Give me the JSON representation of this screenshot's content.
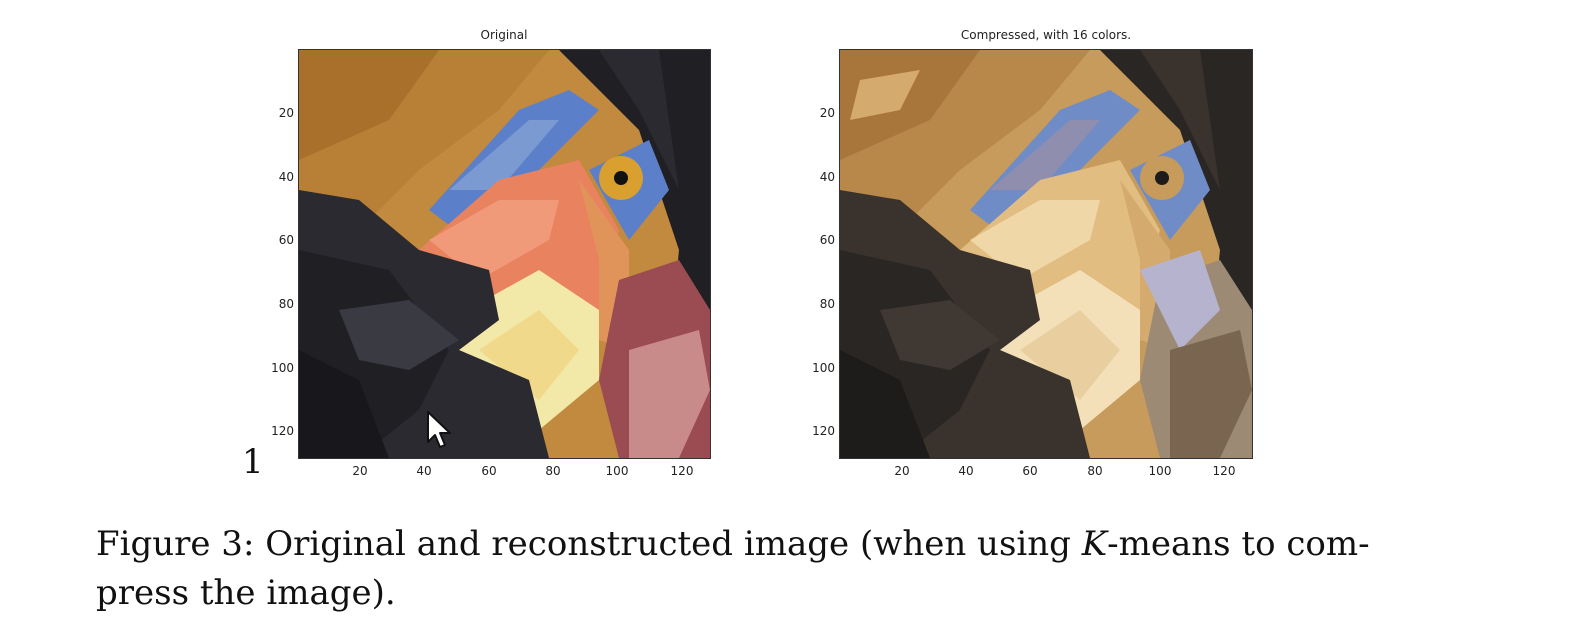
{
  "figure": {
    "panels": [
      {
        "id": "original",
        "title": "Original",
        "palette": [
          "#c28a3e",
          "#a9702c",
          "#d9a55a",
          "#5c7fc9",
          "#e8825f",
          "#f0d98a",
          "#f2e8a8",
          "#e0945a",
          "#9b4b52",
          "#c98a8a",
          "#1f1f24",
          "#2a2a30",
          "#3a2f2a",
          "#7a9ad1"
        ],
        "image_description_icon": "bird-photo-original"
      },
      {
        "id": "compressed",
        "title": "Compressed, with 16 colors.",
        "palette": [
          "#c79b5b",
          "#a8763a",
          "#e2bd82",
          "#6f8cc7",
          "#e9cfa0",
          "#f4e0b8",
          "#8f8eae",
          "#b6b3cf",
          "#6b5a4a",
          "#2a2623",
          "#3a332d",
          "#9c8a74",
          "#7a6650",
          "#d4aa6e",
          "#1e1c1b",
          "#efd7a8"
        ],
        "image_description_icon": "bird-photo-compressed"
      }
    ],
    "axis": {
      "y_ticks": [
        "20",
        "40",
        "60",
        "80",
        "100",
        "120"
      ],
      "x_ticks": [
        "20",
        "40",
        "60",
        "80",
        "100",
        "120"
      ]
    }
  },
  "page_number": "1",
  "caption": {
    "prefix": "Figure 3: Original and reconstructed image (when using ",
    "k": "K",
    "suffix_line1": "-means to com-",
    "line2": "press the image)."
  }
}
